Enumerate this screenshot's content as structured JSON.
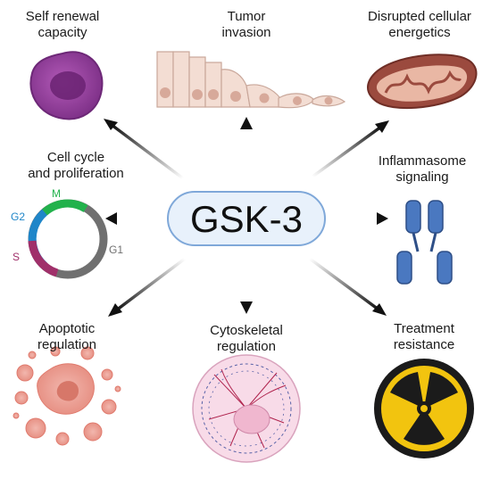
{
  "hub": {
    "label": "GSK-3"
  },
  "nodes": {
    "self_renewal": {
      "lines": [
        "Self renewal",
        "capacity"
      ]
    },
    "tumor_invasion": {
      "lines": [
        "Tumor",
        "invasion"
      ]
    },
    "disrupted_energetics": {
      "lines": [
        "Disrupted cellular",
        "energetics"
      ]
    },
    "cell_cycle": {
      "lines": [
        "Cell cycle",
        "and proliferation"
      ]
    },
    "inflammasome": {
      "lines": [
        "Inflammasome",
        "signaling"
      ]
    },
    "apoptotic": {
      "lines": [
        "Apoptotic",
        "regulation"
      ]
    },
    "cytoskeletal": {
      "lines": [
        "Cytoskeletal",
        "regulation"
      ]
    },
    "treatment": {
      "lines": [
        "Treatment",
        "resistance"
      ]
    }
  },
  "cell_cycle_phases": {
    "m": "M",
    "g2": "G2",
    "s": "S",
    "g1": "G1"
  },
  "colors": {
    "hub_fill": "#e8f1fb",
    "hub_stroke": "#7fa8d9",
    "phase_m": "#22b24c",
    "phase_g2": "#1f86c9",
    "phase_s": "#a0306a",
    "phase_g1": "#707070",
    "cell_purple": "#9a3fa0",
    "mito_outer": "#9b4a3e",
    "antibody": "#4a78c0",
    "apoptotic": "#e89a8f",
    "radiation_yellow": "#f2c40f"
  },
  "icons": [
    "cell-icon",
    "epithelium-icon",
    "mitochondrion-icon",
    "cell-cycle-ring-icon",
    "antibody-icon",
    "apoptotic-body-icon",
    "cytoskeleton-icon",
    "radiation-icon"
  ]
}
